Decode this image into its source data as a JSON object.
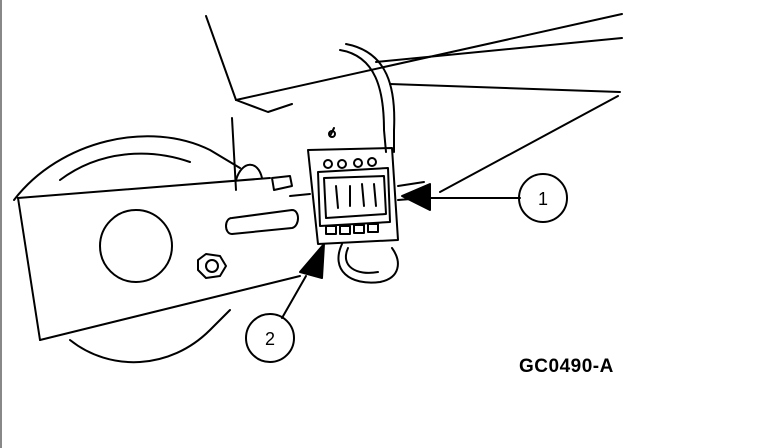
{
  "figure": {
    "code": "GC0490-A",
    "callouts": [
      {
        "number": "1"
      },
      {
        "number": "2"
      }
    ],
    "colors": {
      "line": "#000000",
      "background": "#ffffff",
      "frame": "#888888"
    }
  }
}
